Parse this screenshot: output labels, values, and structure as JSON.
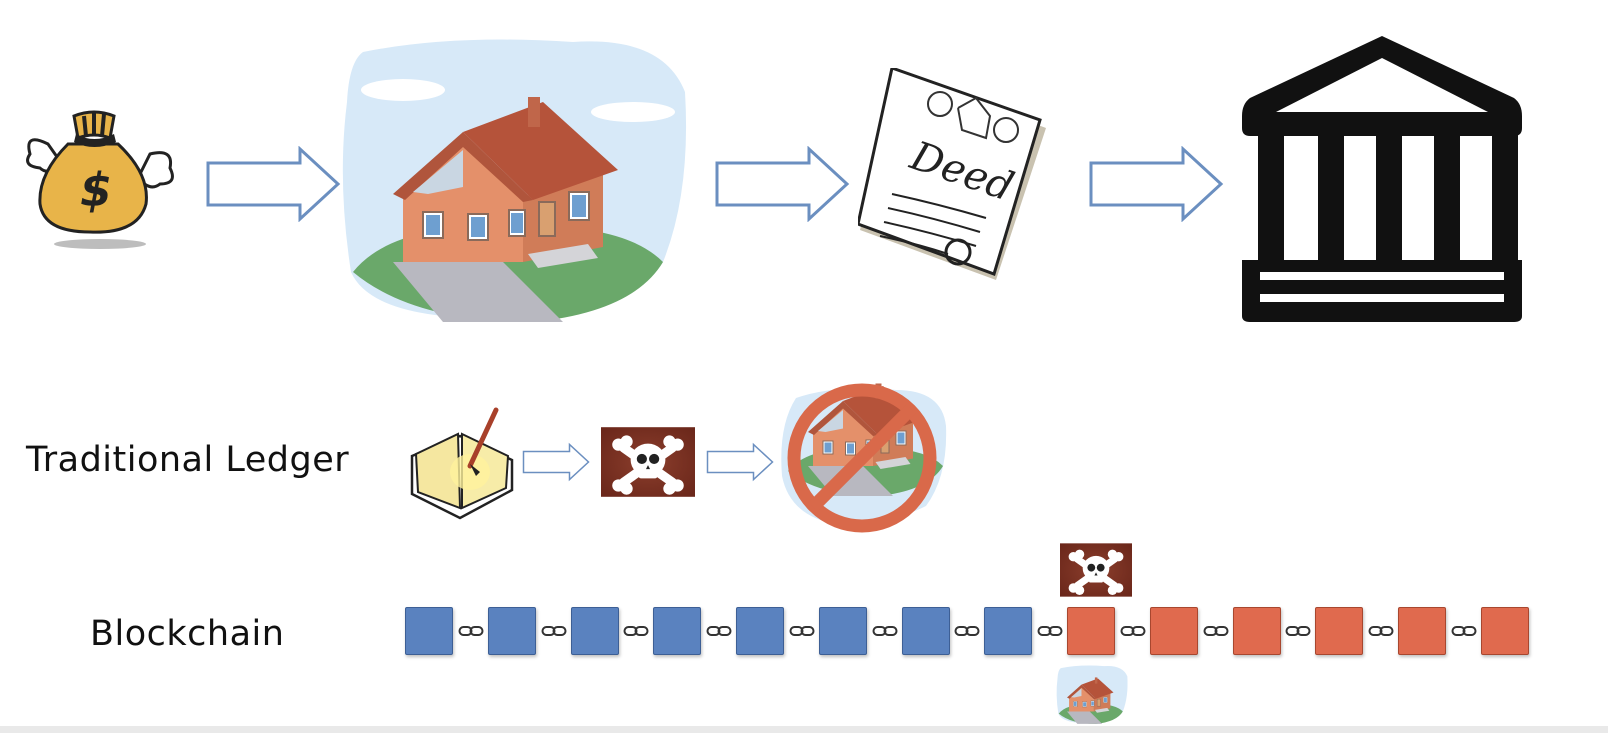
{
  "diagram": {
    "top_row": {
      "items": [
        {
          "name": "money-bag",
          "symbol": "$"
        },
        {
          "name": "house"
        },
        {
          "name": "deed",
          "text": "Deed"
        },
        {
          "name": "bank"
        }
      ]
    },
    "traditional_ledger": {
      "label": "Traditional Ledger"
    },
    "blockchain": {
      "label": "Blockchain",
      "blocks": [
        "valid",
        "valid",
        "valid",
        "valid",
        "valid",
        "valid",
        "valid",
        "valid",
        "tampered",
        "tampered",
        "tampered",
        "tampered",
        "tampered",
        "tampered"
      ]
    },
    "colors": {
      "arrow_outline": "#6b8fc0",
      "valid_block": "#5a82bf",
      "tampered_block": "#e06a4e",
      "prohibit": "#d9694a",
      "skull_bg": "#7a2f20"
    }
  }
}
